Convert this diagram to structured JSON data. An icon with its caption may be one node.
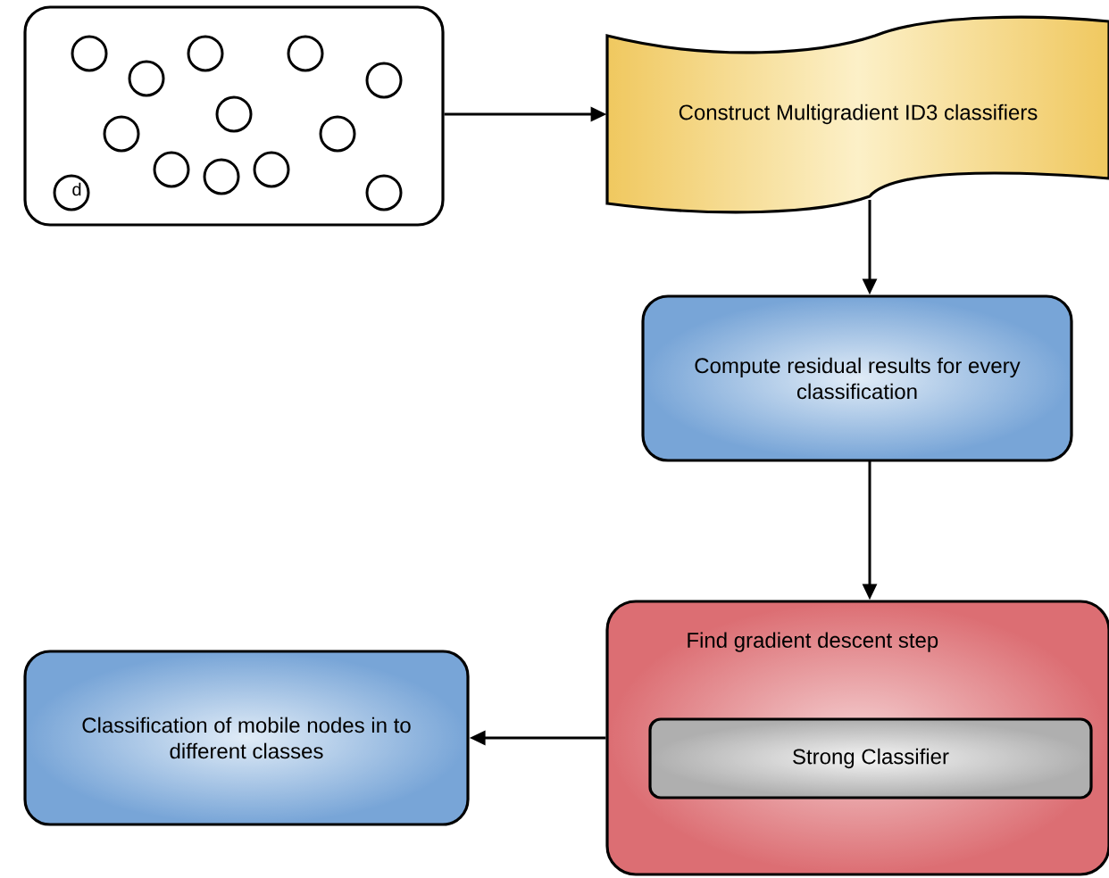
{
  "diagram": {
    "nodes": [
      {
        "text": [],
        "shape": "box"
      },
      {
        "text": [
          "Construct Multigradient ID3 classifiers"
        ]
      },
      {
        "text": [
          "Compute residual results for every classification"
        ]
      },
      {
        "text": [
          "Find gradient descent step"
        ]
      },
      {
        "text": [
          "Strong Classifier"
        ],
        "in": 3
      },
      {
        "text": [
          "Classification of mobile nodes in to different classes"
        ]
      }
    ],
    "edges": [
      {
        "from": 0,
        "to": 1,
        "arrow": "to"
      },
      {
        "from": 1,
        "to": 2,
        "arrow": "to"
      },
      {
        "from": 2,
        "to": 3,
        "arrow": "to"
      },
      {
        "from": 3,
        "to": 5,
        "arrow": "to"
      }
    ],
    "labels": [
      "d"
    ]
  }
}
